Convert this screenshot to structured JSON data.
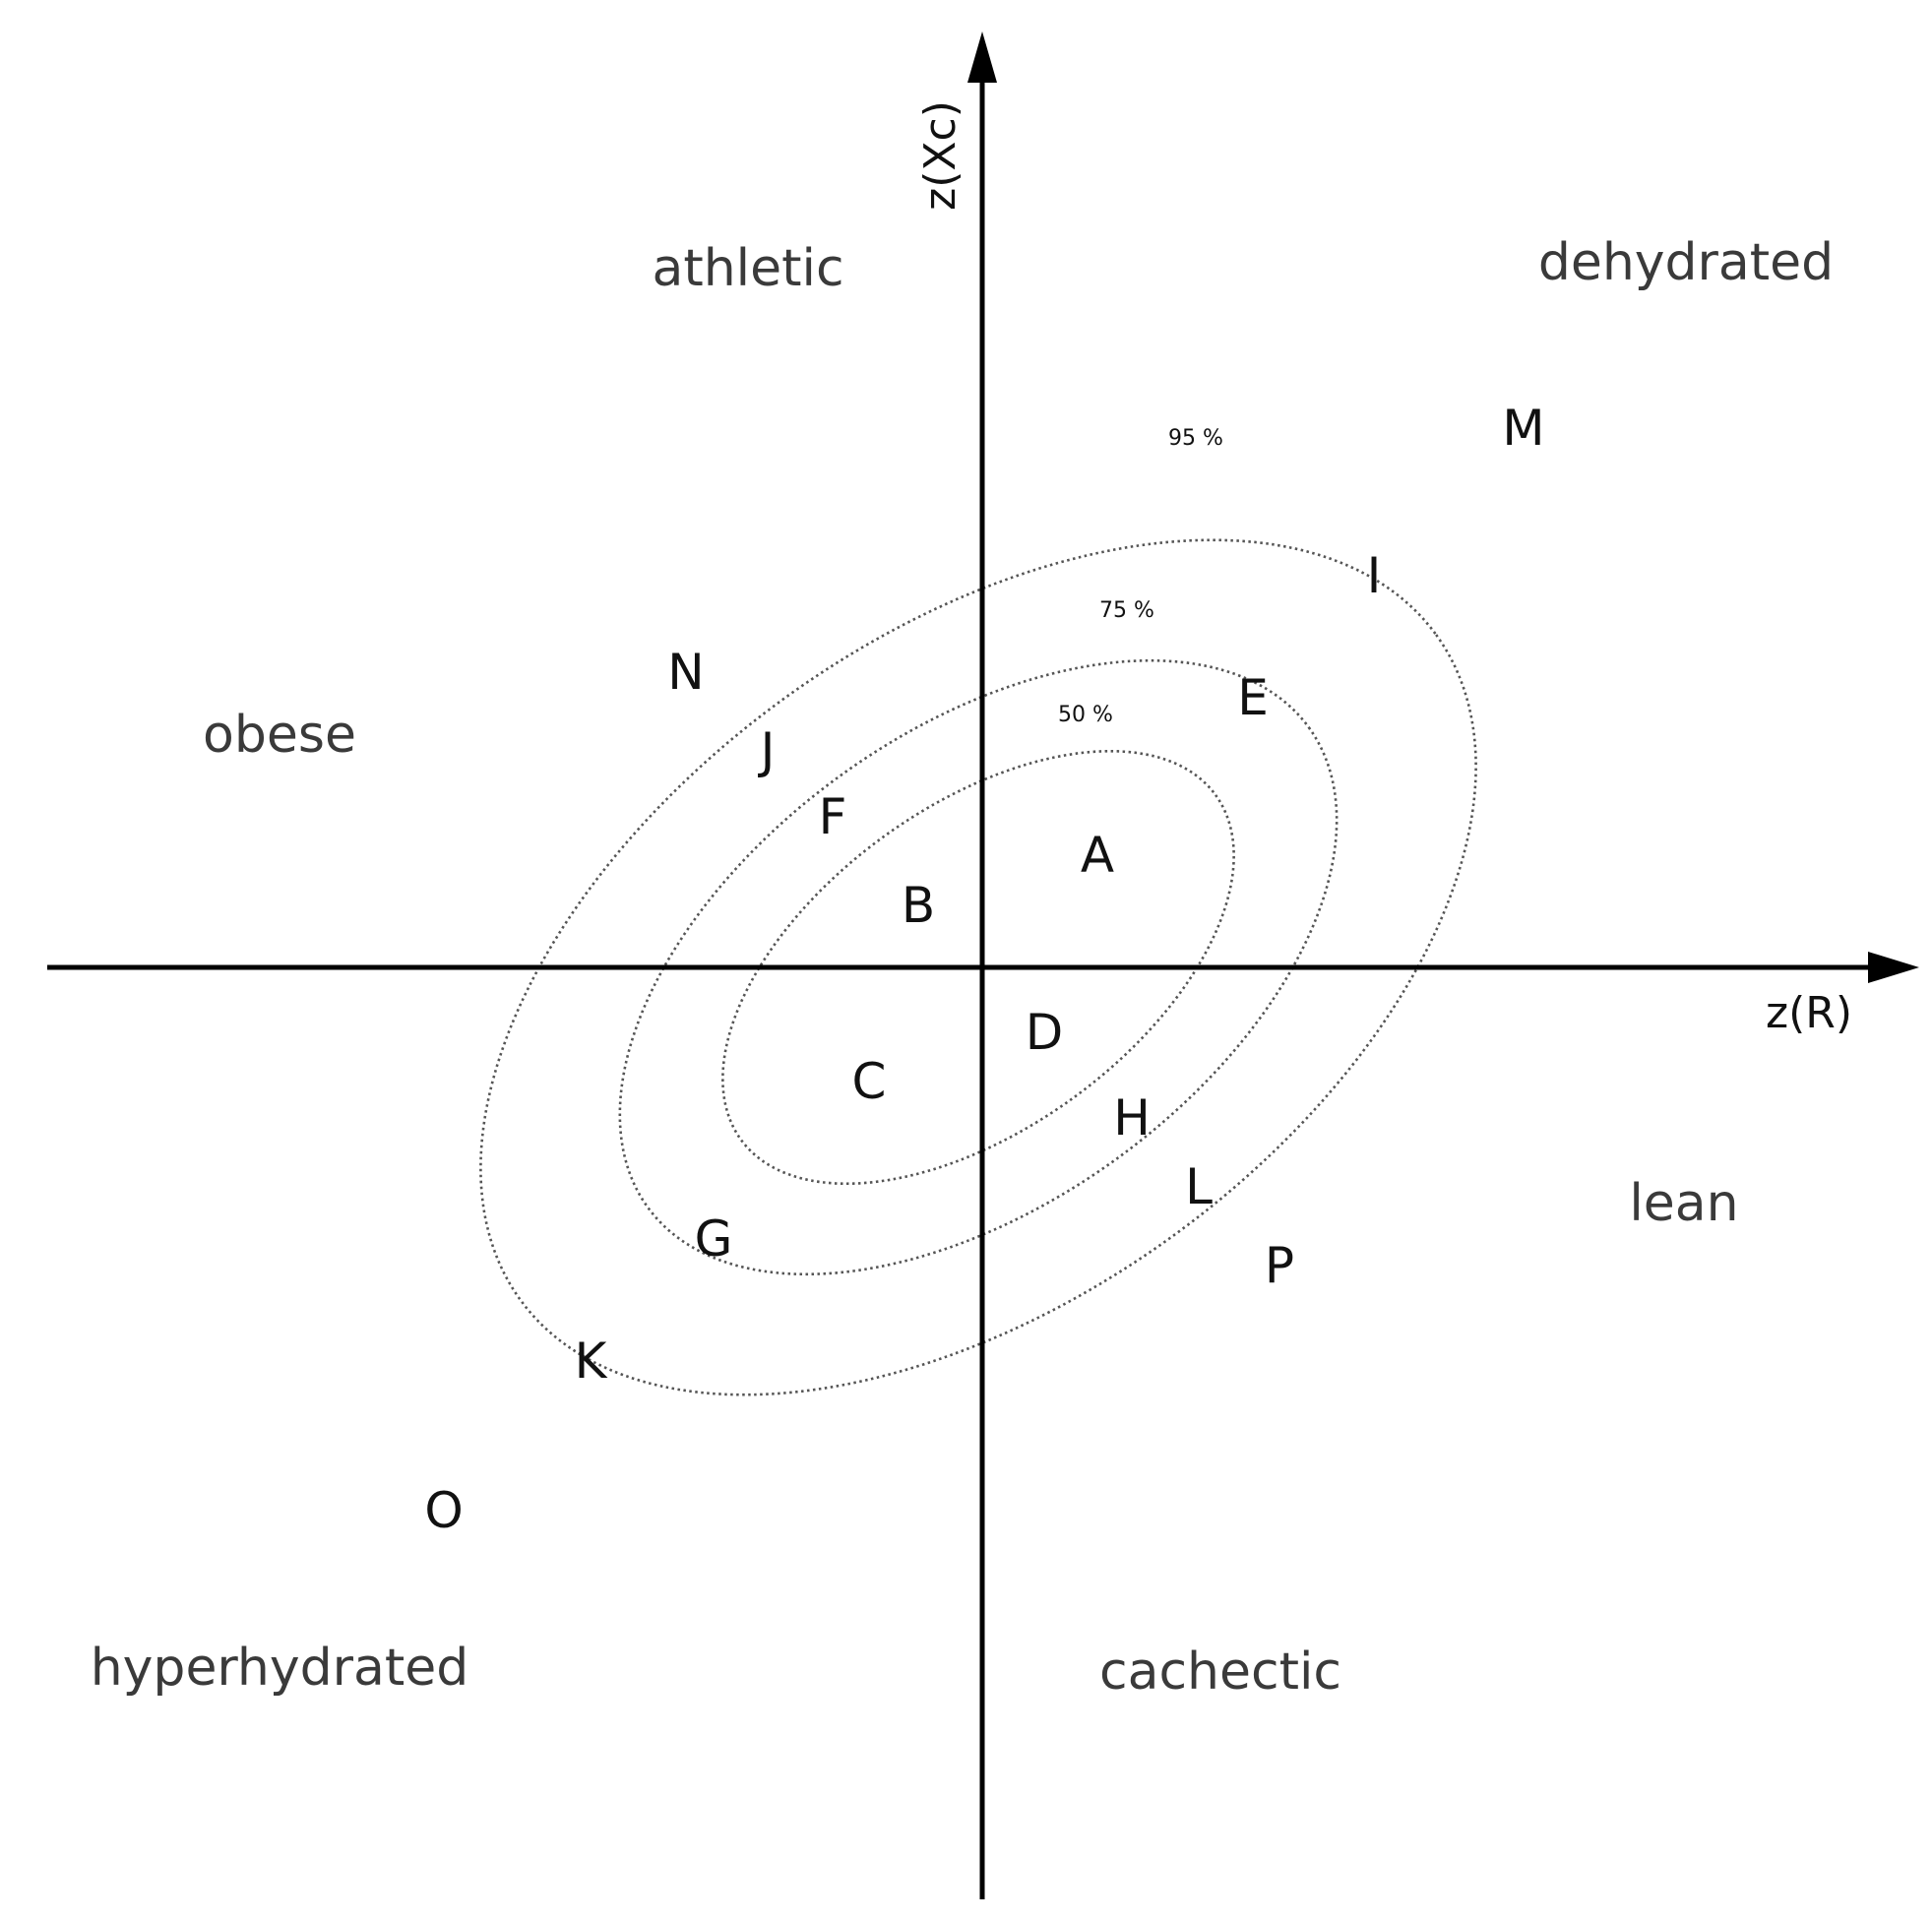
{
  "axes": {
    "x_label": "z(R)",
    "y_label": "z(Xc)"
  },
  "regions": {
    "athletic": "athletic",
    "dehydrated": "dehydrated",
    "obese": "obese",
    "lean": "lean",
    "hyperhydrated": "hyperhydrated",
    "cachectic": "cachectic"
  },
  "ellipses": {
    "p50": "50 %",
    "p75": "75 %",
    "p95": "95 %"
  },
  "points": {
    "A": "A",
    "B": "B",
    "C": "C",
    "D": "D",
    "E": "E",
    "F": "F",
    "G": "G",
    "H": "H",
    "I": "I",
    "J": "J",
    "K": "K",
    "L": "L",
    "M": "M",
    "N": "N",
    "O": "O",
    "P": "P"
  },
  "colors": {
    "axis": "#000000",
    "ellipse": "#555555",
    "region_text": "#3a3a3a"
  }
}
